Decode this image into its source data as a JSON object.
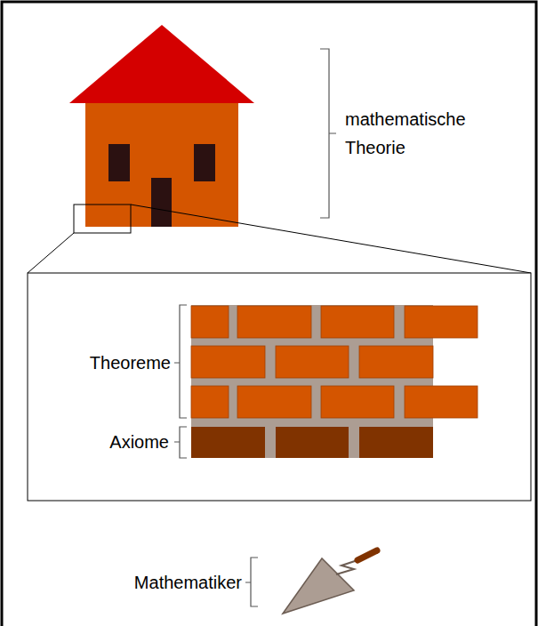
{
  "diagram": {
    "labels": [
      "mathematische Theorie",
      "Theoreme",
      "Axiome",
      "Mathematiker"
    ]
  }
}
